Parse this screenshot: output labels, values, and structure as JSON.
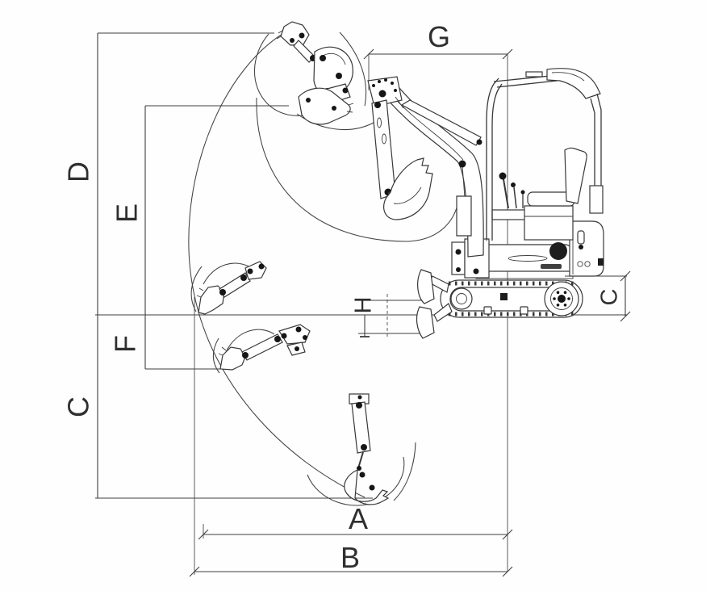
{
  "diagram": {
    "type": "excavator-working-range-diagram",
    "labels": {
      "a": "A",
      "b": "B",
      "c_depth": "C",
      "c_track": "C",
      "d": "D",
      "e": "E",
      "f": "F",
      "g": "G",
      "h": "H"
    },
    "colors": {
      "line": "#3f3f3f",
      "background": "#ffffff"
    }
  }
}
